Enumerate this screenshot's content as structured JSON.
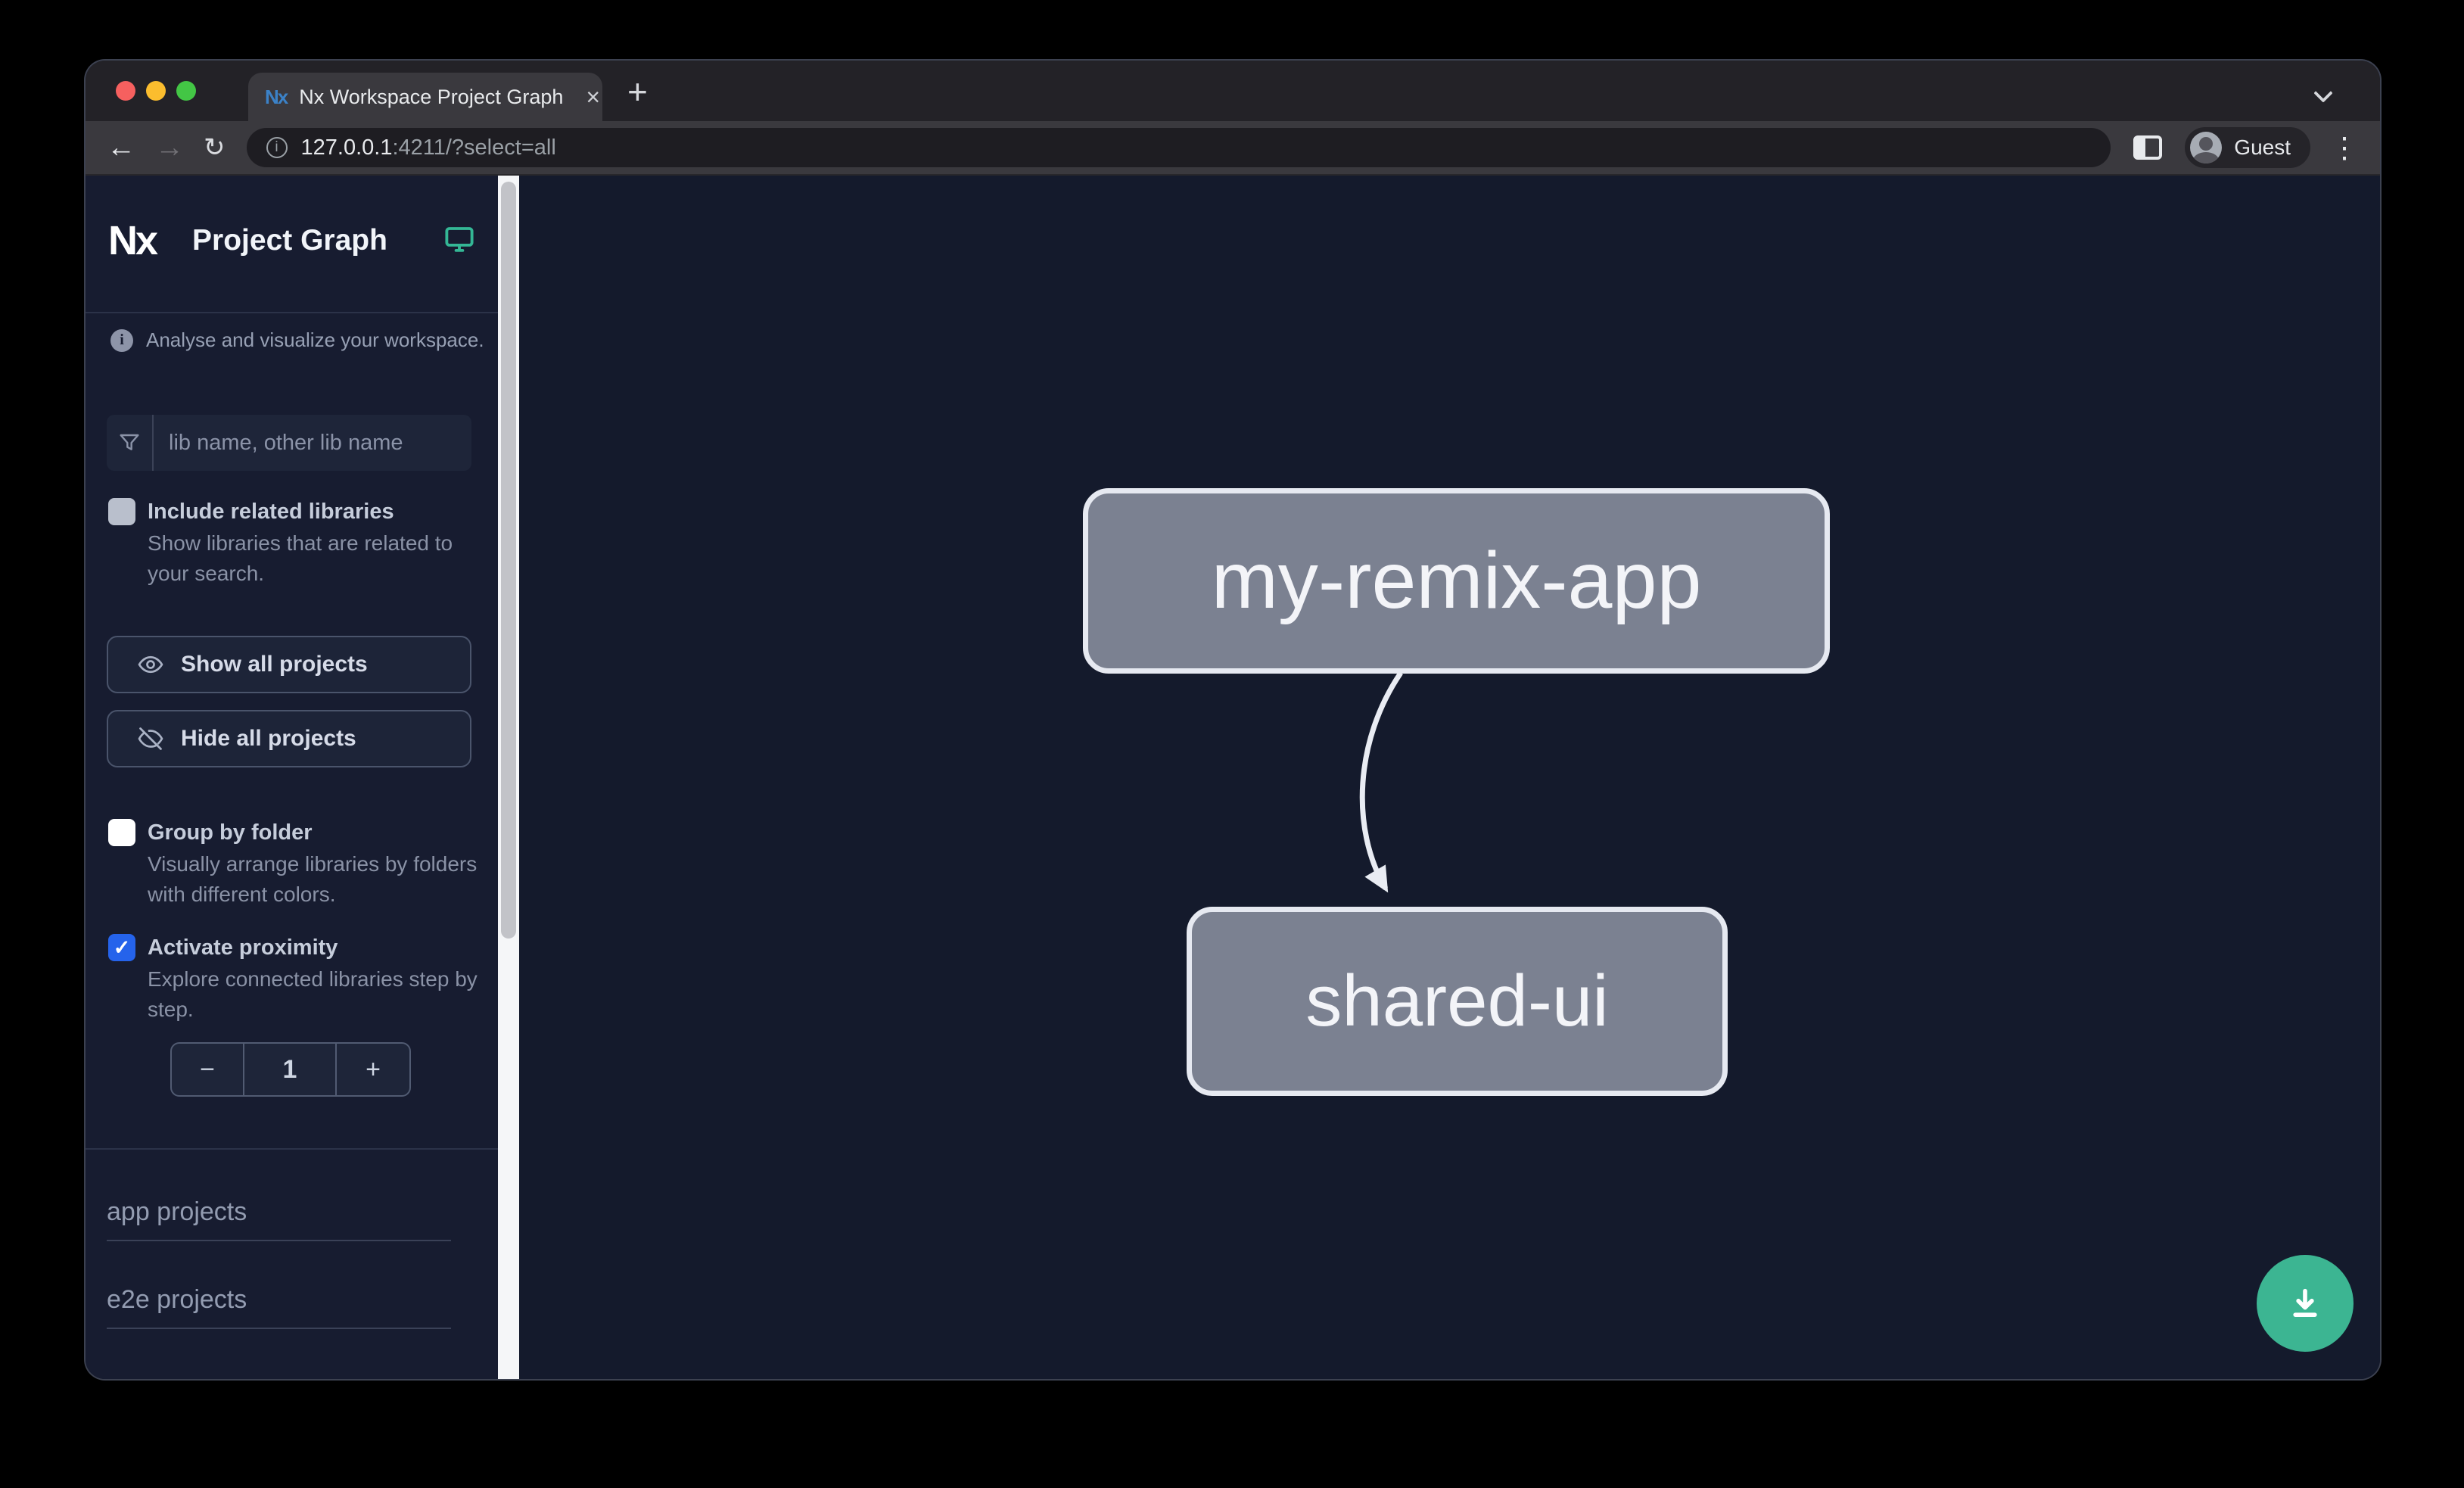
{
  "browser": {
    "tab_title": "Nx Workspace Project Graph",
    "close_glyph": "×",
    "new_tab_glyph": "+",
    "back_glyph": "←",
    "forward_glyph": "→",
    "reload_glyph": "↻",
    "info_glyph": "i",
    "url_host": "127.0.0.1",
    "url_rest": ":4211/?select=all",
    "profile_label": "Guest",
    "menu_glyph": "⋮"
  },
  "sidebar": {
    "logo_text": "Nx",
    "title": "Project Graph",
    "tagline": "Analyse and visualize your workspace.",
    "tagline_icon_glyph": "i",
    "search": {
      "placeholder": "lib name, other lib name"
    },
    "include_related": {
      "label": "Include related libraries",
      "desc": "Show libraries that are related to your search.",
      "checked": false
    },
    "show_all_label": "Show all projects",
    "hide_all_label": "Hide all projects",
    "group_by_folder": {
      "label": "Group by folder",
      "desc": "Visually arrange libraries by folders with different colors.",
      "checked": false
    },
    "proximity": {
      "label": "Activate proximity",
      "desc": "Explore connected libraries step by step.",
      "checked": true,
      "check_glyph": "✓",
      "decrement_glyph": "−",
      "value": "1",
      "increment_glyph": "+"
    },
    "sections": {
      "apps": "app projects",
      "e2e": "e2e projects"
    }
  },
  "graph": {
    "nodes": [
      {
        "id": "my-remix-app",
        "label": "my-remix-app"
      },
      {
        "id": "shared-ui",
        "label": "shared-ui"
      }
    ],
    "edges": [
      {
        "source": "my-remix-app",
        "target": "shared-ui"
      }
    ]
  },
  "colors": {
    "accent_teal": "#3cb592",
    "checkbox_blue": "#2563eb",
    "node_fill": "#7b8191",
    "node_border": "#e6e9f1",
    "edge_stroke": "#e9ecf3",
    "sidebar_bg": "#171c30",
    "canvas_bg": "#141a2c"
  }
}
